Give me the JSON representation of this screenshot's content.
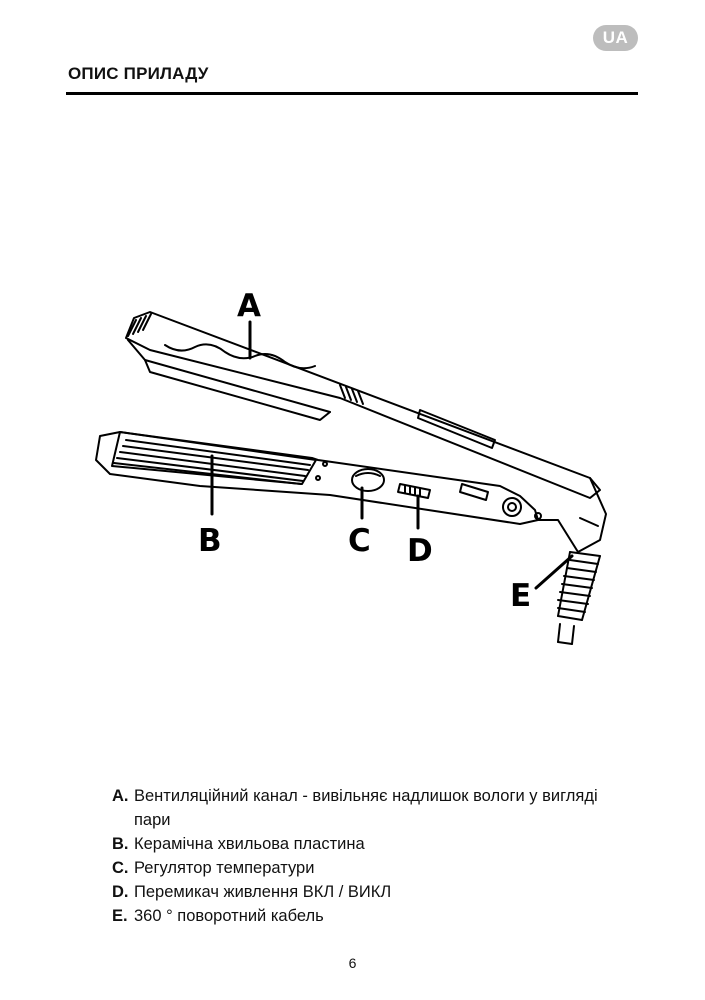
{
  "header": {
    "language_badge": "UA",
    "section_title": "ОПИС ПРИЛАДУ"
  },
  "figure": {
    "callouts": [
      "A",
      "B",
      "C",
      "D",
      "E"
    ]
  },
  "legend": [
    {
      "key": "A.",
      "text": "Вентиляційний канал - вивільняє надлишок вологи у вигляді пари"
    },
    {
      "key": "B.",
      "text": "Керамічна хвильова пластина"
    },
    {
      "key": "C.",
      "text": "Регулятор температури"
    },
    {
      "key": "D.",
      "text": "Перемикач живлення ВКЛ / ВИКЛ"
    },
    {
      "key": "E.",
      "text": "360 ° поворотний кабель"
    }
  ],
  "footer": {
    "page_number": "6"
  }
}
